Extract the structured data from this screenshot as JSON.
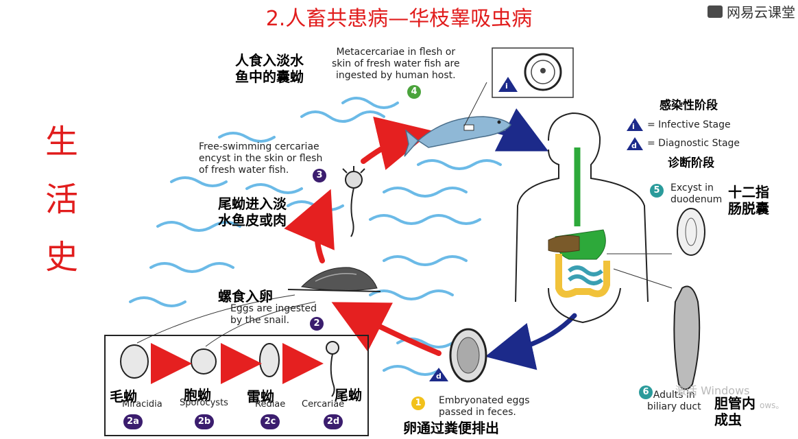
{
  "title": "2.人畜共患病—华枝睾吸虫病",
  "brand": "网易云课堂",
  "side_title": [
    "生",
    "活",
    "史"
  ],
  "step4": {
    "number": "4",
    "en": [
      "Metacercariae in flesh or",
      "skin of fresh water fish are",
      "ingested by human host."
    ],
    "cn": [
      "人食入淡水",
      "鱼中的囊蚴"
    ]
  },
  "step3": {
    "number": "3",
    "en": [
      "Free-swimming cercariae",
      "encyst in the skin or flesh",
      "of fresh water fish."
    ],
    "cn": [
      "尾蚴进入淡",
      "水鱼皮或肉"
    ]
  },
  "step2": {
    "number": "2",
    "en": [
      "Eggs are ingested",
      "by the snail."
    ],
    "cn": "螺食入卵"
  },
  "step1": {
    "number": "1",
    "en": [
      "Embryonated eggs",
      "passed in feces."
    ],
    "cn": "卵通过粪便排出"
  },
  "step5": {
    "number": "5",
    "en": [
      "Excyst in",
      "duodenum"
    ],
    "cn": [
      "十二指",
      "肠脱囊"
    ]
  },
  "step6": {
    "number": "6",
    "en": [
      "Adults in",
      "biliary duct"
    ],
    "cn": [
      "胆管内",
      "成虫"
    ]
  },
  "legend": {
    "infective_cn": "感染性阶段",
    "infective_symbol": "i",
    "infective_en": "= Infective Stage",
    "diagnostic_symbol": "d",
    "diagnostic_en": "= Diagnostic Stage",
    "diagnostic_cn": "诊断阶段"
  },
  "stages": [
    {
      "en": "Miracidia",
      "cn": "毛蚴",
      "badge": "2a"
    },
    {
      "en": "Sporocysts",
      "cn": "胞蚴",
      "badge": "2b"
    },
    {
      "en": "Rediae",
      "cn": "雷蚴",
      "badge": "2c"
    },
    {
      "en": "Cercariae",
      "cn": "尾蚴",
      "badge": "2d"
    }
  ],
  "watermark": "激活 Windows",
  "watermark_sub": "ows。",
  "colors": {
    "title": "#e11d1d",
    "red_arrow": "#e52020",
    "blue_arrow": "#1c2a8a",
    "water": "#3aa3df",
    "badge_purple": "#3b1d6e",
    "badge_green": "#4aa33b",
    "badge_teal": "#2a9b9b",
    "badge_yellow": "#f2c11b"
  }
}
